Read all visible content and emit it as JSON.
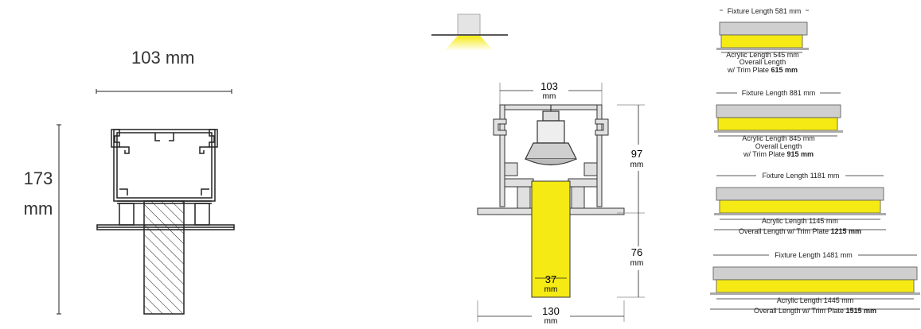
{
  "left_view": {
    "width_label": "103 mm",
    "height_value": "173",
    "height_unit": "mm"
  },
  "mid_view": {
    "top_width_value": "103",
    "top_width_unit": "mm",
    "upper_height_value": "97",
    "upper_height_unit": "mm",
    "lower_height_value": "76",
    "lower_height_unit": "mm",
    "diffuser_width_value": "37",
    "diffuser_width_unit": "mm",
    "trim_width_value": "130",
    "trim_width_unit": "mm"
  },
  "fixtures": [
    {
      "fixture_length": "Fixture Length 581 mm",
      "acrylic_length": "Acrylic Length 545 mm",
      "overall_line1": "Overall Length",
      "overall_line2_prefix": "w/ Trim Plate ",
      "overall_line2_bold": "615 mm"
    },
    {
      "fixture_length": "Fixture Length 881 mm",
      "acrylic_length": "Acrylic Length 845 mm",
      "overall_line1": "Overall Length",
      "overall_line2_prefix": "w/ Trim Plate ",
      "overall_line2_bold": "915 mm"
    },
    {
      "fixture_length": "Fixture Length 1181 mm",
      "acrylic_length": "Acrylic Length 1145 mm",
      "overall_line1_prefix": "Overall Length w/ Trim Plate ",
      "overall_line1_bold": "1215 mm"
    },
    {
      "fixture_length": "Fixture Length 1481 mm",
      "acrylic_length": "Acrylic Length 1445 mm",
      "overall_line1_prefix": "Overall Length w/ Trim Plate ",
      "overall_line1_bold": "1515 mm"
    }
  ],
  "colors": {
    "diffuser_yellow": "#f5ea14",
    "line": "#222222",
    "housing_gray": "#c8c8c8"
  }
}
